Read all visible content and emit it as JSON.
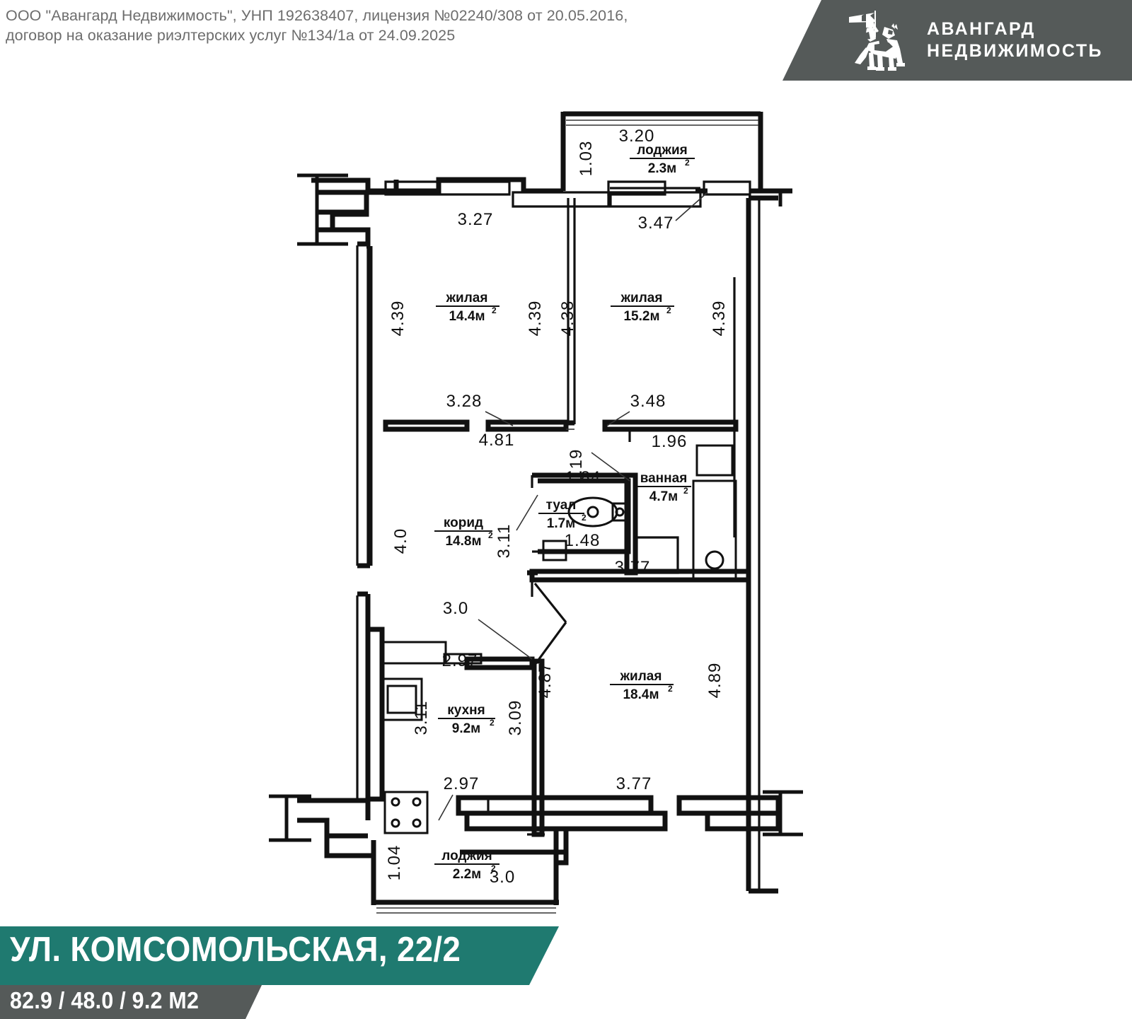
{
  "header": {
    "company_line": "ООО \"Авангард Недвижимость\", УНП 192638407, лицензия №02240/308 от 20.05.2016,\nдоговор на оказание риэлтерских услуг №134/1а от 24.09.2025",
    "logo_line1": "АВАНГАРД",
    "logo_line2": "НЕДВИЖИМОСТЬ",
    "brand_gray": "#555a59"
  },
  "footer": {
    "address": "УЛ. КОМСОМОЛЬСКАЯ, 22/2",
    "areas": "82.9 / 48.0 / 9.2 М2",
    "accent_teal": "#1f7a70",
    "accent_gray": "#555a59"
  },
  "plan": {
    "rooms": [
      {
        "id": "loggia_top",
        "name": "лоджия",
        "area": "2.3м",
        "sup": "2"
      },
      {
        "id": "living_left",
        "name": "жилая",
        "area": "14.4м",
        "sup": "2"
      },
      {
        "id": "living_right",
        "name": "жилая",
        "area": "15.2м",
        "sup": "2"
      },
      {
        "id": "bath",
        "name": "ванная",
        "area": "4.7м",
        "sup": "2"
      },
      {
        "id": "toilet",
        "name": "туал",
        "area": "1.7м",
        "sup": "2"
      },
      {
        "id": "corridor",
        "name": "корид",
        "area": "14.8м",
        "sup": "2"
      },
      {
        "id": "kitchen",
        "name": "кухня",
        "area": "9.2м",
        "sup": "2"
      },
      {
        "id": "living_big",
        "name": "жилая",
        "area": "18.4м",
        "sup": "2"
      },
      {
        "id": "loggia_bottom",
        "name": "лоджия",
        "area": "2.2м",
        "sup": "2"
      }
    ],
    "dimensions": {
      "loggia_top_w": "3.20",
      "loggia_top_h": "1.03",
      "living_left_top": "3.27",
      "living_right_top": "3.47",
      "living_left_h": "4.39",
      "mid_wall_h": "4.39",
      "living_right_h_left": "4.38",
      "living_right_h_right": "4.39",
      "living_left_bottom": "3.28",
      "living_right_bottom": "3.48",
      "corridor_top": "4.81",
      "bath_top": "1.96",
      "toilet_w": "1.84",
      "bath_left_h": "1.19",
      "toilet_bottom": "1.48",
      "corridor_left_h": "4.0",
      "corridor_right_h": "3.11",
      "bath_bottom": "3.77",
      "kitchen_top": "3.0",
      "kitchen_top2": "2.97",
      "kitchen_left_h": "3.11",
      "kitchen_right_h": "3.09",
      "kitchen_bottom": "2.97",
      "living_big_left_h": "4.87",
      "living_big_right_h": "4.89",
      "living_big_bottom": "3.77",
      "loggia_bottom_h": "1.04",
      "loggia_bottom_w": "3.0"
    }
  }
}
